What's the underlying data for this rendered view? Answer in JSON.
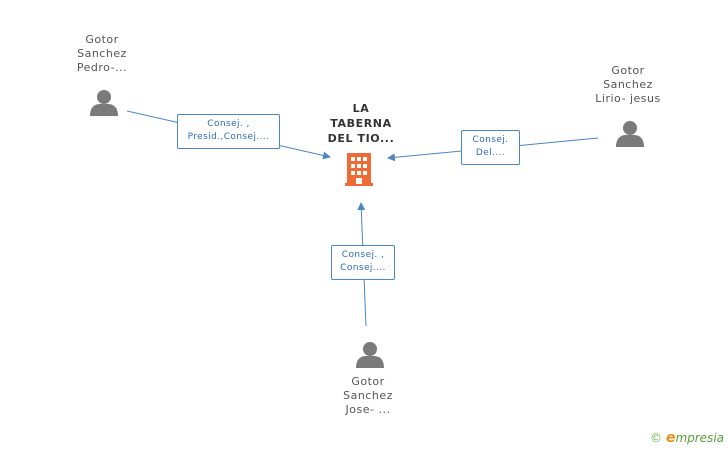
{
  "company": {
    "name": "LA\nTABERNA\nDEL TIO...",
    "icon": "building-icon",
    "color": "#f06a35"
  },
  "persons": [
    {
      "id": "pedro",
      "name": "Gotor\nSanchez\nPedro-...",
      "icon": "person-icon"
    },
    {
      "id": "lirio",
      "name": "Gotor\nSanchez\nLirio- jesus",
      "icon": "person-icon"
    },
    {
      "id": "jose",
      "name": "Gotor\nSanchez\nJose- ...",
      "icon": "person-icon"
    }
  ],
  "relations": [
    {
      "from": "pedro",
      "label": "Consej. ,\nPresid.,Consej...."
    },
    {
      "from": "lirio",
      "label": "Consej.\nDel...."
    },
    {
      "from": "jose",
      "label": "Consej. ,\nConsej...."
    }
  ],
  "colors": {
    "edge": "#4a86c8",
    "person": "#7a7a7a"
  },
  "watermark": {
    "copyright": "©",
    "brand_initial": "e",
    "brand_rest": "mpresia"
  }
}
